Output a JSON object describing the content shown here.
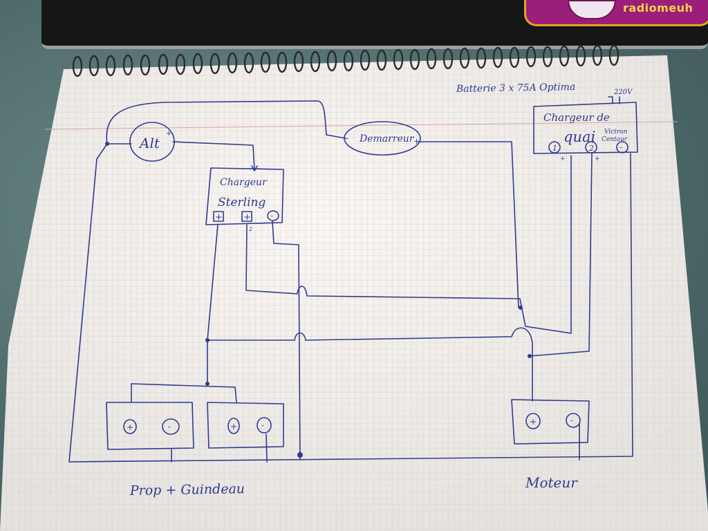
{
  "sticker": {
    "text": "radiomeuh"
  },
  "sheet": {
    "title": "Batterie 3 x 75A Optima",
    "mains": "220V"
  },
  "components": {
    "alternator": "Alt",
    "starter": "Demarreur",
    "sterling_charger": [
      "Chargeur",
      "Sterling"
    ],
    "shore_charger": [
      "Chargeur de",
      "quai",
      "Victron",
      "Centaur"
    ]
  },
  "labels": {
    "service_bank": "Prop + Guindeau",
    "engine_battery": "Moteur"
  },
  "colors": {
    "ink": "#2f3a8f",
    "paper": "#f4f1ee",
    "sticker": "#9b1f7a"
  }
}
